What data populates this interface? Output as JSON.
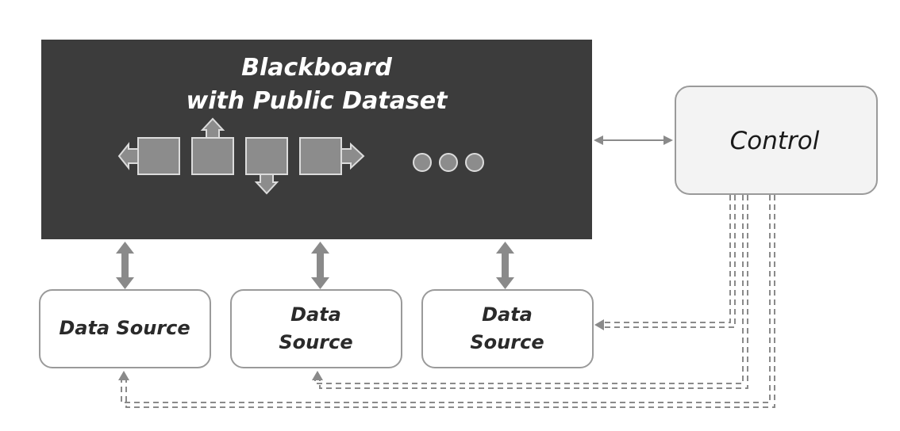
{
  "blackboard": {
    "title_line1": "Blackboard",
    "title_line2": "with Public Dataset"
  },
  "control": {
    "label": "Control"
  },
  "data_sources": [
    {
      "label_lines": [
        "Data Source"
      ]
    },
    {
      "label_lines": [
        "Data",
        "Source"
      ]
    },
    {
      "label_lines": [
        "Data",
        "Source"
      ]
    }
  ],
  "colors": {
    "blackboard_fill": "#3c3c3c",
    "block_fill": "#8c8c8c",
    "block_stroke": "#dcdcdc",
    "arrow": "#8a8a8a",
    "box_stroke": "#9a9a9a",
    "control_fill": "#f3f3f3"
  }
}
